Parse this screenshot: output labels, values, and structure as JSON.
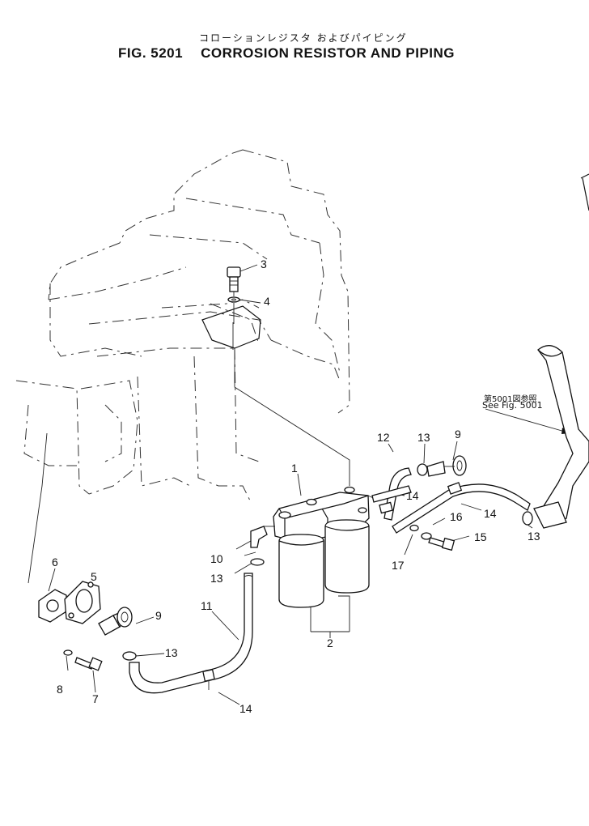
{
  "header": {
    "title_jp": "コローションレジスタ およびパイピング",
    "fig_number": "FIG. 5201",
    "fig_title": "CORROSION RESISTOR AND PIPING"
  },
  "reference_note": {
    "jp": "第5001図参照",
    "en": "See Fig. 5001"
  },
  "callouts": [
    {
      "id": "c1",
      "label": "1"
    },
    {
      "id": "c2",
      "label": "2"
    },
    {
      "id": "c3",
      "label": "3"
    },
    {
      "id": "c4",
      "label": "4"
    },
    {
      "id": "c5",
      "label": "5"
    },
    {
      "id": "c6",
      "label": "6"
    },
    {
      "id": "c7",
      "label": "7"
    },
    {
      "id": "c8",
      "label": "8"
    },
    {
      "id": "c9a",
      "label": "9"
    },
    {
      "id": "c9b",
      "label": "9"
    },
    {
      "id": "c10",
      "label": "10"
    },
    {
      "id": "c11",
      "label": "11"
    },
    {
      "id": "c12",
      "label": "12"
    },
    {
      "id": "c13a",
      "label": "13"
    },
    {
      "id": "c13b",
      "label": "13"
    },
    {
      "id": "c13c",
      "label": "13"
    },
    {
      "id": "c13d",
      "label": "13"
    },
    {
      "id": "c14a",
      "label": "14"
    },
    {
      "id": "c14b",
      "label": "14"
    },
    {
      "id": "c14c",
      "label": "14"
    },
    {
      "id": "c15",
      "label": "15"
    },
    {
      "id": "c16",
      "label": "16"
    },
    {
      "id": "c17",
      "label": "17"
    }
  ]
}
